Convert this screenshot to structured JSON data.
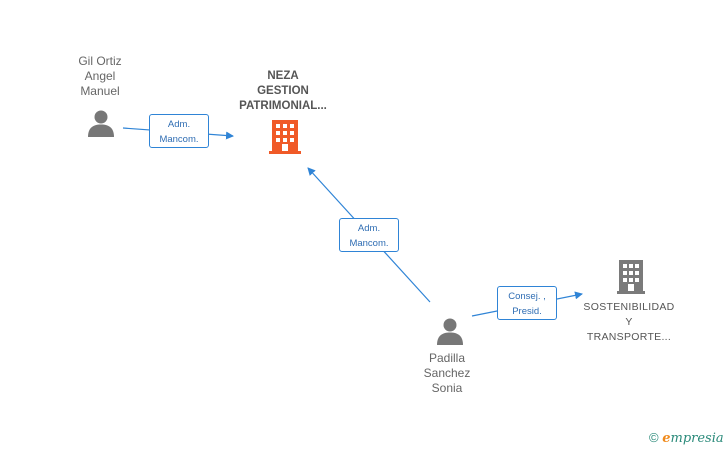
{
  "nodes": {
    "person_gil": {
      "lines": [
        "Gil Ortiz",
        "Angel",
        "Manuel"
      ]
    },
    "company_neza": {
      "lines": [
        "NEZA",
        "GESTION",
        "PATRIMONIAL..."
      ],
      "color": "#f05a28"
    },
    "person_padilla": {
      "lines": [
        "Padilla",
        "Sanchez",
        "Sonia"
      ]
    },
    "company_sostenibilidad": {
      "lines": [
        "SOSTENIBILIDAD",
        "Y",
        "TRANSPORTE..."
      ],
      "color": "#7a7a7a"
    }
  },
  "edges": {
    "gil_to_neza": {
      "lines": [
        "Adm.",
        "Mancom."
      ]
    },
    "padilla_to_neza": {
      "lines": [
        "Adm.",
        "Mancom."
      ]
    },
    "padilla_to_sostenibilidad": {
      "lines": [
        "Consej. ,",
        "Presid."
      ]
    }
  },
  "colors": {
    "edge": "#2f84d6",
    "person_icon": "#777777"
  },
  "watermark": {
    "copyright": "©",
    "brand_initial": "e",
    "brand_rest": "mpresia"
  }
}
